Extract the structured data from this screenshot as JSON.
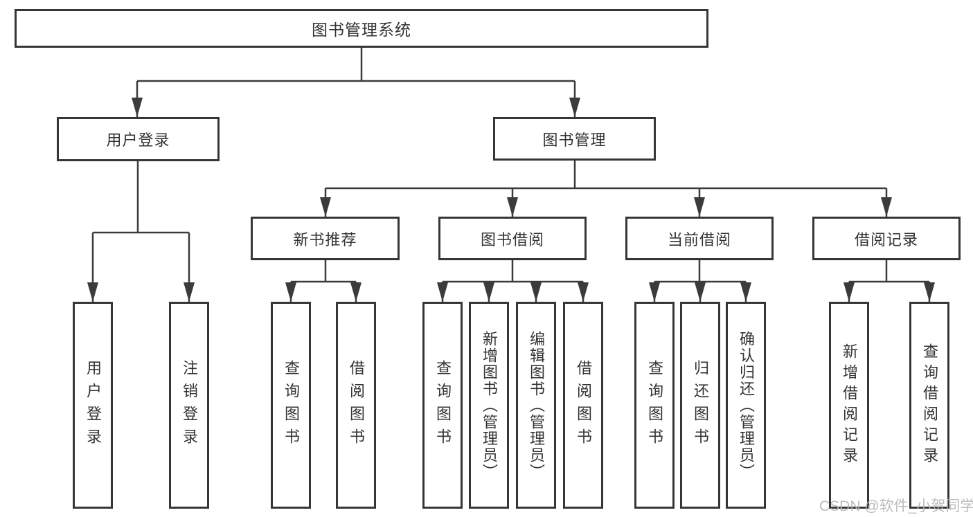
{
  "tree": {
    "root": {
      "label": "图书管理系统"
    },
    "level1": [
      {
        "label": "用户登录",
        "children": [
          {
            "label": "用户登录"
          },
          {
            "label": "注销登录"
          }
        ]
      },
      {
        "label": "图书管理",
        "children": [
          {
            "label": "新书推荐",
            "children": [
              {
                "label": "查询图书"
              },
              {
                "label": "借阅图书"
              }
            ]
          },
          {
            "label": "图书借阅",
            "children": [
              {
                "label": "查询图书"
              },
              {
                "label": "新增图书（管理员）"
              },
              {
                "label": "编辑图书（管理员）"
              },
              {
                "label": "借阅图书"
              }
            ]
          },
          {
            "label": "当前借阅",
            "children": [
              {
                "label": "查询图书"
              },
              {
                "label": "归还图书"
              },
              {
                "label": "确认归还（管理员）"
              }
            ]
          },
          {
            "label": "借阅记录",
            "children": [
              {
                "label": "新增借阅记录"
              },
              {
                "label": "查询借阅记录"
              }
            ]
          }
        ]
      }
    ]
  },
  "watermark": {
    "text": "CSDN @软件_小贺同学",
    "color": "#b5b5b5"
  },
  "colors": {
    "line": "#3b3b3b",
    "box_border": "#363636",
    "text": "#333333",
    "background": "#ffffff"
  }
}
